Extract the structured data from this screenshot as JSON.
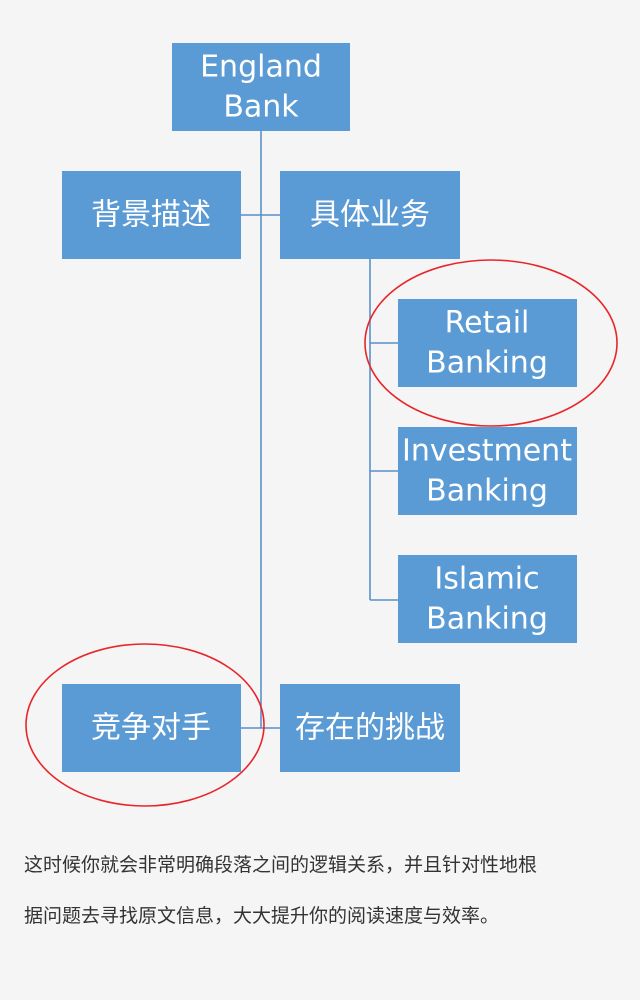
{
  "diagram": {
    "nodes": {
      "root": {
        "lines": [
          "England",
          "Bank"
        ]
      },
      "background": {
        "lines": [
          "背景描述"
        ]
      },
      "business": {
        "lines": [
          "具体业务"
        ]
      },
      "retail": {
        "lines": [
          "Retail",
          "Banking"
        ]
      },
      "investment": {
        "lines": [
          "Investment",
          "Banking"
        ]
      },
      "islamic": {
        "lines": [
          "Islamic",
          "Banking"
        ]
      },
      "competitors": {
        "lines": [
          "竞争对手"
        ]
      },
      "challenges": {
        "lines": [
          "存在的挑战"
        ]
      }
    },
    "highlighted": [
      "retail",
      "competitors"
    ],
    "colors": {
      "node_fill": "#5b9bd5",
      "node_text": "#ffffff",
      "connector": "#5b8fc9",
      "highlight": "#e8262a"
    }
  },
  "caption": {
    "line1": "这时候你就会非常明确段落之间的逻辑关系，并且针对性地根",
    "line2": "据问题去寻找原文信息，大大提升你的阅读速度与效率。"
  }
}
